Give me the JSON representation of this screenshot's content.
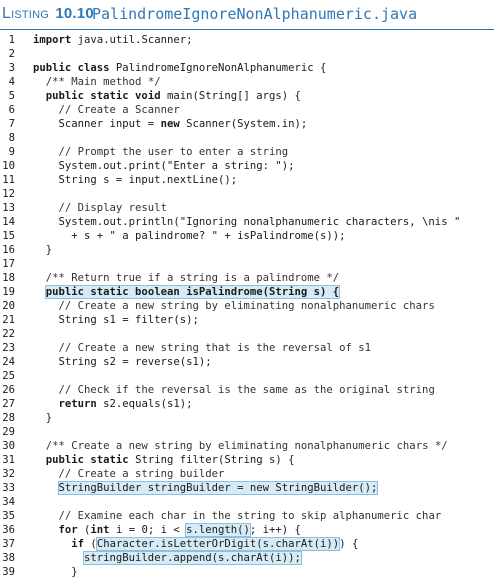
{
  "listing": {
    "label_word": "Listing",
    "label_number": "10.10",
    "filename": "PalindromeIgnoreNonAlphanumeric.java"
  },
  "code_lines": [
    [
      {
        "t": "import",
        "s": "kw"
      },
      {
        "t": " java.util.Scanner;"
      }
    ],
    [],
    [
      {
        "t": "public class",
        "s": "kw"
      },
      {
        "t": " PalindromeIgnoreNonAlphanumeric {"
      }
    ],
    [
      {
        "t": "  "
      },
      {
        "t": "/** Main method */",
        "s": "cm"
      }
    ],
    [
      {
        "t": "  "
      },
      {
        "t": "public static void",
        "s": "kw"
      },
      {
        "t": " main(String[] args) {"
      }
    ],
    [
      {
        "t": "    "
      },
      {
        "t": "// Create a Scanner",
        "s": "cm"
      }
    ],
    [
      {
        "t": "    Scanner input = "
      },
      {
        "t": "new",
        "s": "kw"
      },
      {
        "t": " Scanner(System.in);"
      }
    ],
    [],
    [
      {
        "t": "    "
      },
      {
        "t": "// Prompt the user to enter a string",
        "s": "cm"
      }
    ],
    [
      {
        "t": "    System.out.print(\"Enter a string: \");"
      }
    ],
    [
      {
        "t": "    String s = input.nextLine();"
      }
    ],
    [],
    [
      {
        "t": "    "
      },
      {
        "t": "// Display result",
        "s": "cm"
      }
    ],
    [
      {
        "t": "    System.out.println(\"Ignoring nonalphanumeric characters, \\nis \""
      }
    ],
    [
      {
        "t": "      + s + \" a palindrome? \" + isPalindrome(s));"
      }
    ],
    [
      {
        "t": "  }"
      }
    ],
    [],
    [
      {
        "t": "  "
      },
      {
        "t": "/** Return true if a string is a palindrome */",
        "s": "cm"
      }
    ],
    [
      {
        "t": "  "
      },
      {
        "t": "public static boolean isPalindrome(String s) {",
        "s": "kw-hl"
      }
    ],
    [
      {
        "t": "    "
      },
      {
        "t": "// Create a new string by eliminating nonalphanumeric chars",
        "s": "cm"
      }
    ],
    [
      {
        "t": "    String s1 = filter(s);"
      }
    ],
    [],
    [
      {
        "t": "    "
      },
      {
        "t": "// Create a new string that is the reversal of s1",
        "s": "cm"
      }
    ],
    [
      {
        "t": "    String s2 = reverse(s1);"
      }
    ],
    [],
    [
      {
        "t": "    "
      },
      {
        "t": "// Check if the reversal is the same as the original string",
        "s": "cm"
      }
    ],
    [
      {
        "t": "    "
      },
      {
        "t": "return",
        "s": "kw"
      },
      {
        "t": " s2.equals(s1);"
      }
    ],
    [
      {
        "t": "  }"
      }
    ],
    [],
    [
      {
        "t": "  "
      },
      {
        "t": "/** Create a new string by eliminating nonalphanumeric chars */",
        "s": "cm"
      }
    ],
    [
      {
        "t": "  "
      },
      {
        "t": "public static",
        "s": "kw"
      },
      {
        "t": " String filter(String s) {"
      }
    ],
    [
      {
        "t": "    "
      },
      {
        "t": "// Create a string builder",
        "s": "cm"
      }
    ],
    [
      {
        "t": "    "
      },
      {
        "t": "StringBuilder stringBuilder = new StringBuilder();",
        "s": "hl"
      }
    ],
    [],
    [
      {
        "t": "    "
      },
      {
        "t": "// Examine each char in the string to skip alphanumeric char",
        "s": "cm"
      }
    ],
    [
      {
        "t": "    "
      },
      {
        "t": "for",
        "s": "kw"
      },
      {
        "t": " ("
      },
      {
        "t": "int",
        "s": "kw"
      },
      {
        "t": " i = 0; i < "
      },
      {
        "t": "s.length()",
        "s": "hl"
      },
      {
        "t": "; i++) {"
      }
    ],
    [
      {
        "t": "      "
      },
      {
        "t": "if",
        "s": "kw"
      },
      {
        "t": " ("
      },
      {
        "t": "Character.isLetterOrDigit(s.charAt(i))",
        "s": "hl"
      },
      {
        "t": ") {"
      }
    ],
    [
      {
        "t": "        "
      },
      {
        "t": "stringBuilder.append(s.charAt(i));",
        "s": "hl"
      }
    ],
    [
      {
        "t": "      }"
      }
    ]
  ]
}
